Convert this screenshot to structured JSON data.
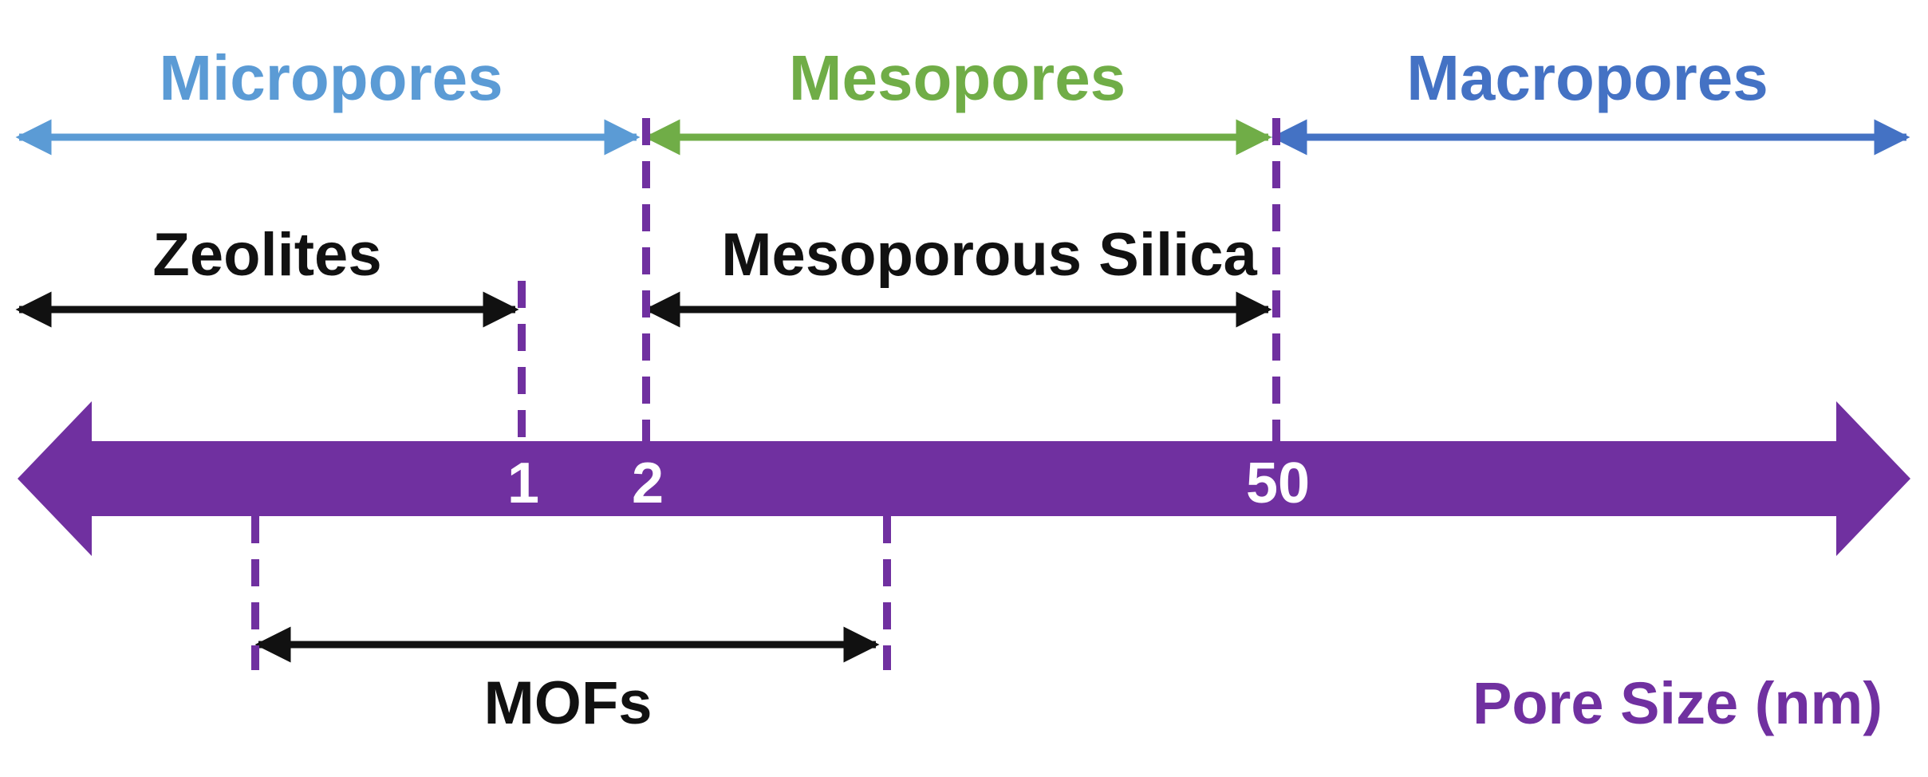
{
  "colors": {
    "micro": "#5b9bd5",
    "meso": "#70ad47",
    "macro": "#4472c4",
    "axis": "#7030a0",
    "ink": "#111111",
    "tick_text": "#ffffff"
  },
  "ranges": {
    "micropores": "Micropores",
    "mesopores": "Mesopores",
    "macropores": "Macropores"
  },
  "materials": {
    "zeolites": "Zeolites",
    "mesoporous_silica": "Mesoporous Silica",
    "mofs": "MOFs"
  },
  "axis": {
    "ticks": [
      "1",
      "2",
      "50"
    ],
    "label": "Pore Size (nm)"
  }
}
